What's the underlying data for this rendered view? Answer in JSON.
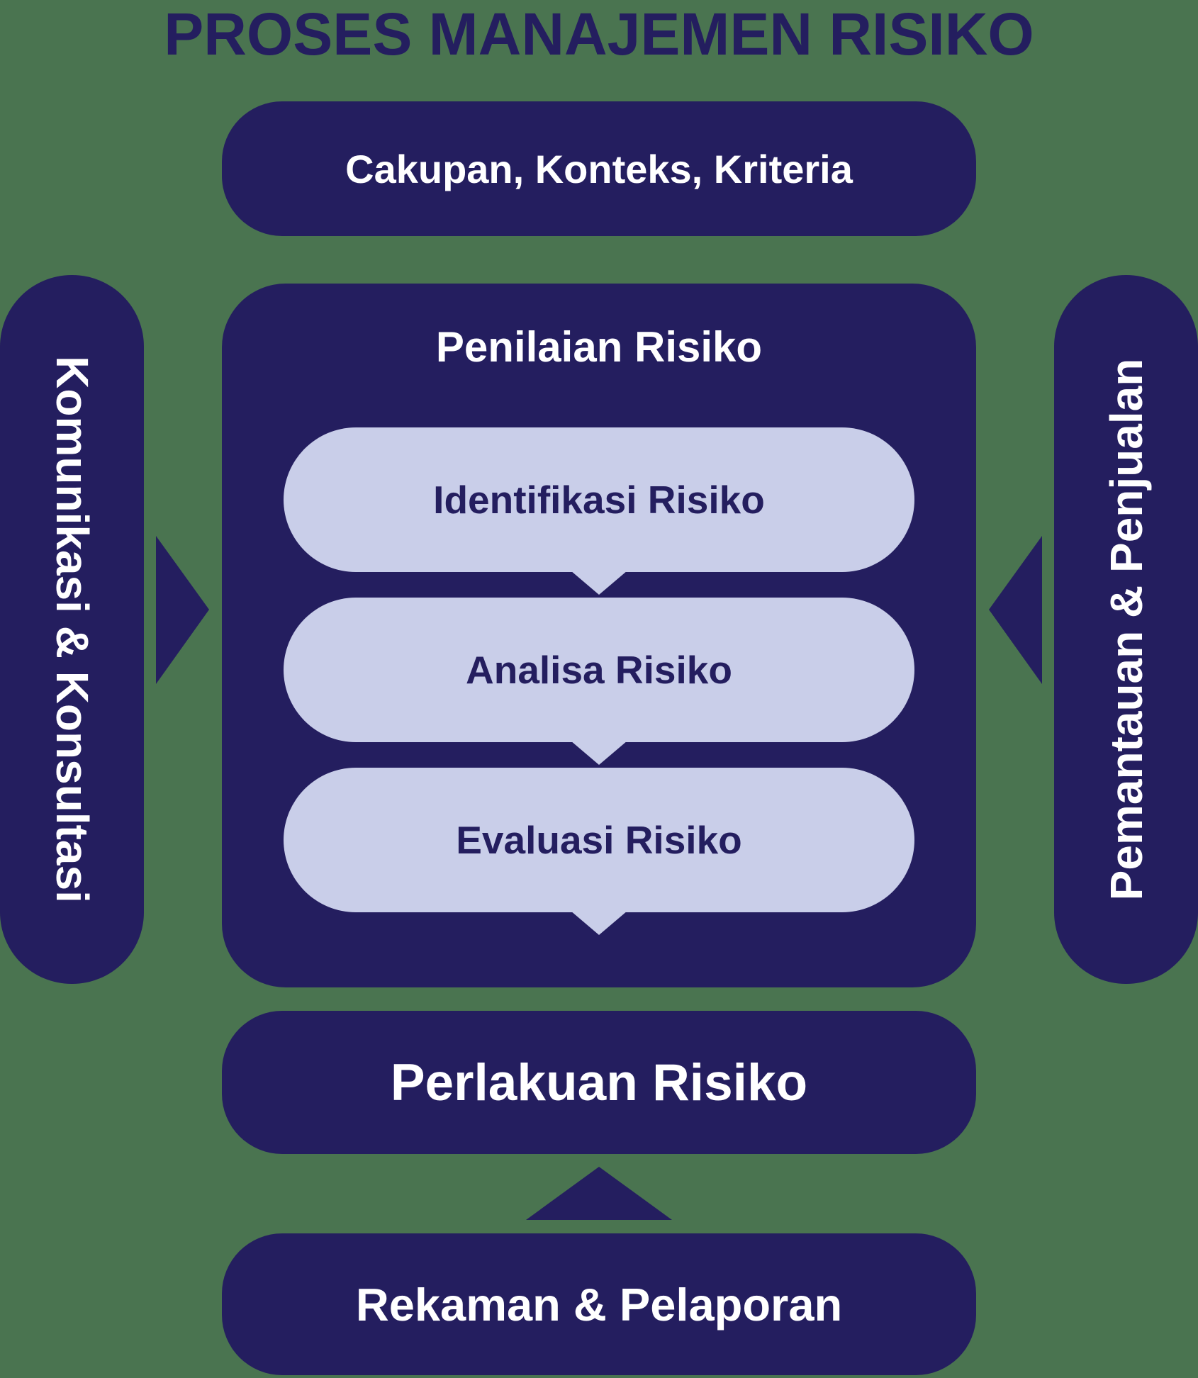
{
  "colors": {
    "background": "#4A7450",
    "primary": "#241E5F",
    "step_fill": "#C9CEE9",
    "label_light": "#FFFFFF"
  },
  "title": "PROSES MANAJEMEN RISIKO",
  "top_box": {
    "label": "Cakupan, Konteks, Kriteria"
  },
  "left_pill": {
    "label": "Komunikasi & Konsultasi"
  },
  "right_pill": {
    "label": "Pemantauan & Penjualan"
  },
  "assessment": {
    "title": "Penilaian Risiko",
    "steps": [
      {
        "label": "Identifikasi Risiko"
      },
      {
        "label": "Analisa Risiko"
      },
      {
        "label": "Evaluasi Risiko"
      }
    ]
  },
  "treatment_box": {
    "label": "Perlakuan Risiko"
  },
  "recording_box": {
    "label": "Rekaman & Pelaporan"
  }
}
